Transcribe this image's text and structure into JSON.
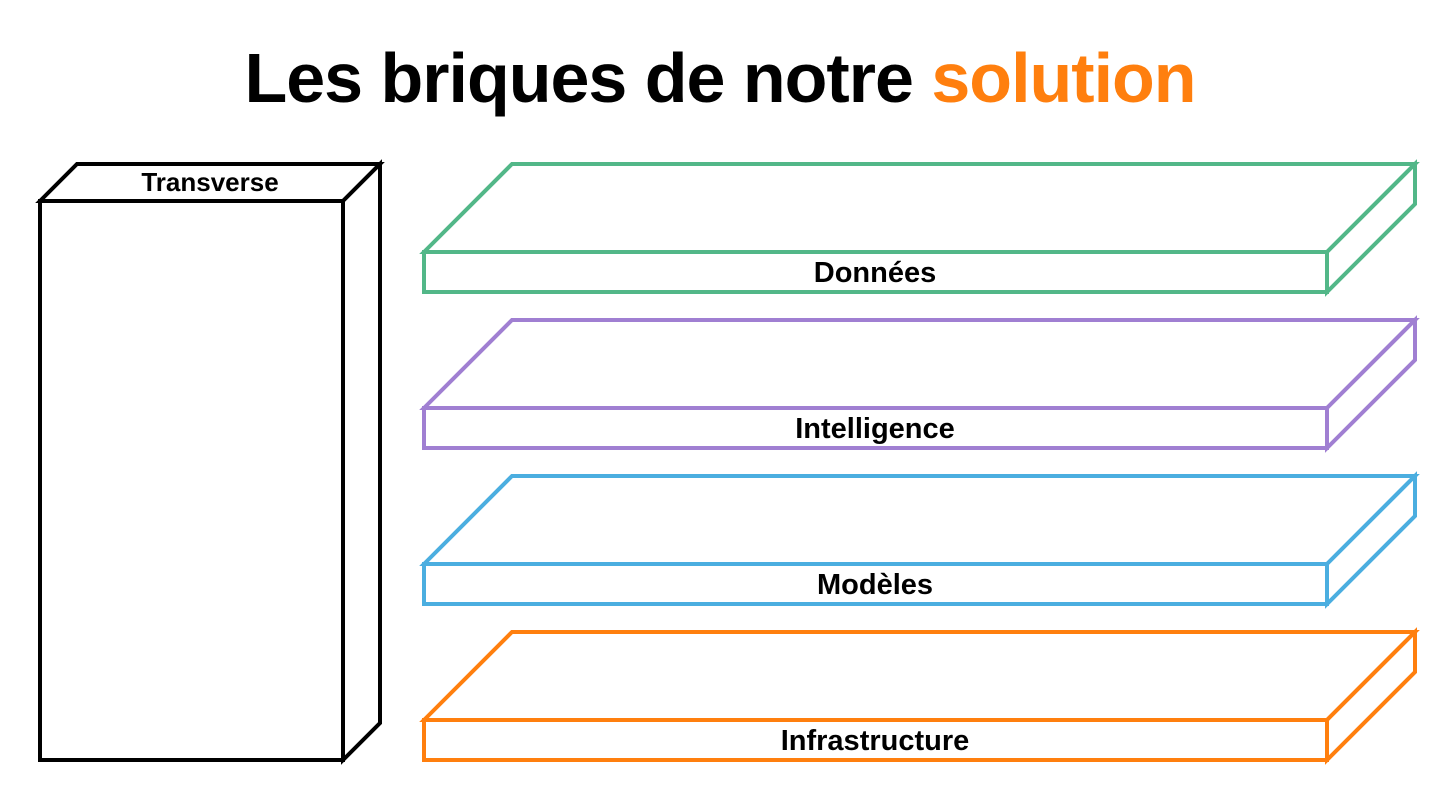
{
  "title": {
    "prefix": "Les briques de notre",
    "accent": "solution"
  },
  "colors": {
    "title_accent": "#ff7f0e",
    "transverse": "#000000",
    "layers": [
      "#52b788",
      "#a07fd2",
      "#4baee0",
      "#ff7f0e"
    ]
  },
  "transverse": {
    "label": "Transverse"
  },
  "layers": [
    {
      "label": "Données"
    },
    {
      "label": "Intelligence"
    },
    {
      "label": "Modèles"
    },
    {
      "label": "Infrastructure"
    }
  ]
}
